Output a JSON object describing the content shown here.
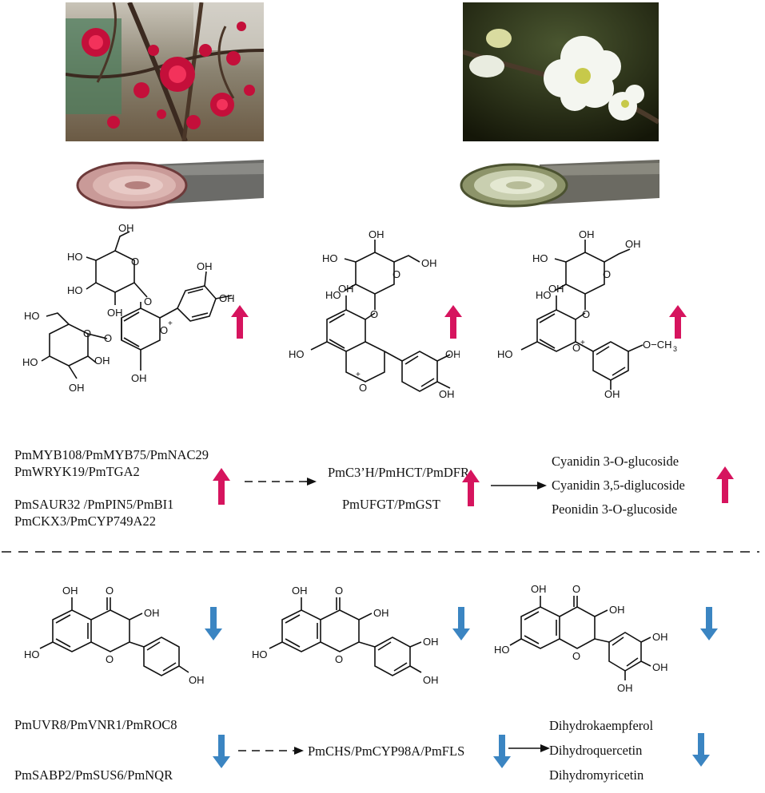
{
  "colors": {
    "up": "#d6145e",
    "down": "#3b85c2",
    "text": "#111111"
  },
  "top_section": {
    "photos": [
      {
        "name": "red-flowered-mei-photo"
      },
      {
        "name": "white-flowered-mei-photo"
      }
    ],
    "stems": [
      {
        "name": "red-stem-cross-section"
      },
      {
        "name": "green-stem-cross-section"
      }
    ],
    "structures": [
      {
        "name": "cyanidin-3-5-diglucoside-structure"
      },
      {
        "name": "cyanidin-3-o-glucoside-structure"
      },
      {
        "name": "peonidin-3-o-glucoside-structure"
      }
    ],
    "genes_left_group1": [
      "PmMYB108/PmMYB75/PmNAC29",
      "PmWRYK19/PmTGA2"
    ],
    "genes_left_group2": [
      "PmSAUR32 /PmPIN5/PmBI1",
      "PmCKX3/PmCYP749A22"
    ],
    "genes_middle": [
      "PmC3’H/PmHCT/PmDFR",
      "PmUFGT/PmGST"
    ],
    "metabolites": [
      "Cyanidin 3-O-glucoside",
      "Cyanidin 3,5-diglucoside",
      "Peonidin 3-O-glucoside"
    ]
  },
  "bottom_section": {
    "structures": [
      {
        "name": "dihydrokaempferol-structure"
      },
      {
        "name": "dihydroquercetin-structure"
      },
      {
        "name": "dihydromyricetin-structure"
      }
    ],
    "genes_left_group1": [
      "PmUVR8/PmVNR1/PmROC8"
    ],
    "genes_left_group2": [
      "PmSABP2/PmSUS6/PmNQR"
    ],
    "genes_middle": [
      "PmCHS/PmCYP98A/PmFLS"
    ],
    "metabolites": [
      "Dihydrokaempferol",
      "Dihydroquercetin",
      "Dihydromyricetin"
    ]
  },
  "atom_labels": {
    "OH": "OH",
    "HO": "HO",
    "O": "O",
    "Oplus": "O",
    "plus": "+",
    "OCH3": "O−CH",
    "sub3": "3"
  }
}
